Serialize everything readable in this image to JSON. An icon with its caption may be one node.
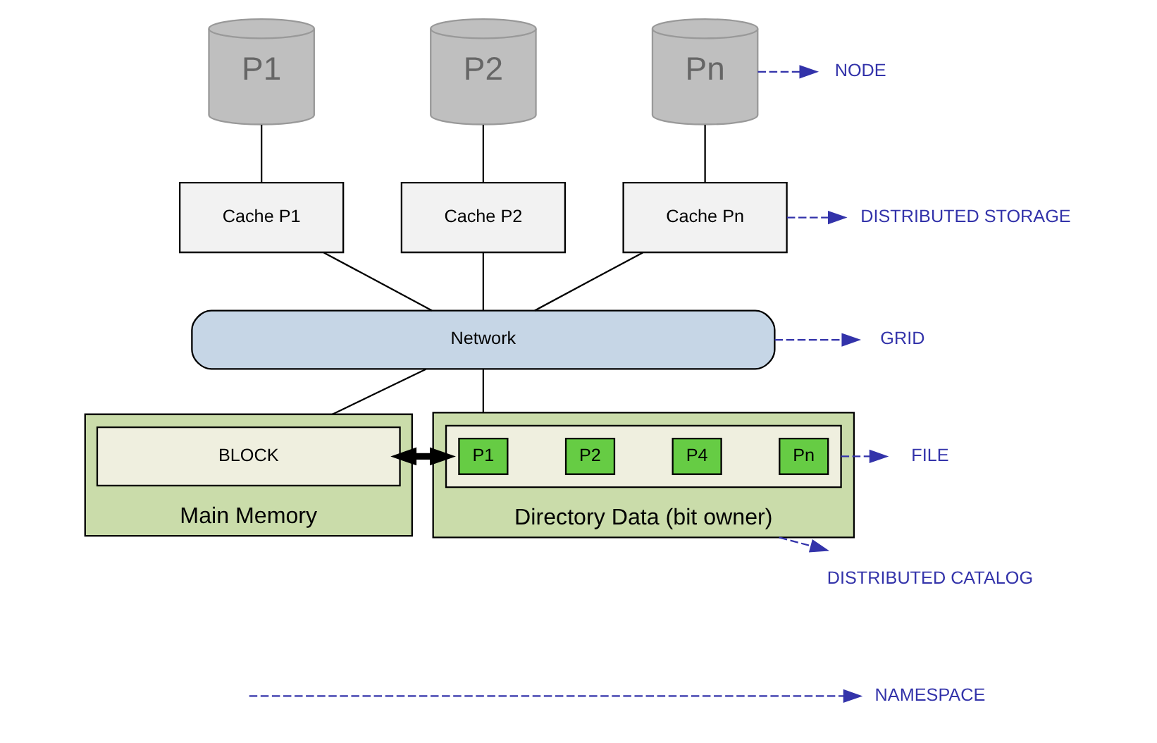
{
  "diagram": {
    "nodes": [
      {
        "text": [
          "P1"
        ]
      },
      {
        "text": [
          "P2"
        ]
      },
      {
        "text": [
          "Pn"
        ]
      },
      {
        "text": [
          "NODE"
        ]
      },
      {
        "text": [
          "Cache P1"
        ]
      },
      {
        "text": [
          "Cache P2"
        ]
      },
      {
        "text": [
          "Cache Pn"
        ]
      },
      {
        "text": [
          "DISTRIBUTED STORAGE"
        ]
      },
      {
        "text": [
          "Network"
        ]
      },
      {
        "text": [
          "GRID"
        ]
      },
      {
        "text": [
          "Main Memory"
        ]
      },
      {
        "text": [
          "BLOCK"
        ],
        "in": 10
      },
      {
        "text": [
          "Directory Data (bit owner)"
        ]
      },
      {
        "text": [],
        "shape": "bar",
        "in": 12
      },
      {
        "text": [
          "P1"
        ],
        "in": 13
      },
      {
        "text": [
          "P2"
        ],
        "in": 13
      },
      {
        "text": [
          "P4"
        ],
        "in": 13
      },
      {
        "text": [
          "Pn"
        ],
        "in": 13
      },
      {
        "text": [
          "FILE"
        ]
      },
      {
        "text": [
          "DISTRIBUTED CATALOG"
        ]
      },
      {
        "text": [
          "NAMESPACE"
        ]
      }
    ],
    "edges": [
      {
        "from": 0,
        "to": 4,
        "arrow": "none"
      },
      {
        "from": 1,
        "to": 5,
        "arrow": "none"
      },
      {
        "from": 2,
        "to": 6,
        "arrow": "none"
      },
      {
        "from": 4,
        "to": 8,
        "arrow": "none"
      },
      {
        "from": 5,
        "to": 8,
        "arrow": "none"
      },
      {
        "from": 6,
        "to": 8,
        "arrow": "none"
      },
      {
        "from": 8,
        "to": 10,
        "arrow": "none"
      },
      {
        "from": 8,
        "to": 12,
        "arrow": "none"
      },
      {
        "from": 11,
        "to": 13,
        "arrow": "both",
        "style": "thick"
      },
      {
        "from": 2,
        "to": 3,
        "arrow": "to",
        "style": "dashed",
        "color": "#3333aa"
      },
      {
        "from": 6,
        "to": 7,
        "arrow": "to",
        "style": "dashed",
        "color": "#3333aa"
      },
      {
        "from": 8,
        "to": 9,
        "arrow": "to",
        "style": "dashed",
        "color": "#3333aa"
      },
      {
        "from": 13,
        "to": 18,
        "arrow": "to",
        "style": "dashed",
        "color": "#3333aa"
      },
      {
        "from": 12,
        "to": 19,
        "arrow": "to",
        "style": "dashed",
        "color": "#3333aa"
      },
      {
        "from": null,
        "to": 20,
        "arrow": "to",
        "style": "dashed",
        "color": "#3333aa"
      }
    ]
  }
}
